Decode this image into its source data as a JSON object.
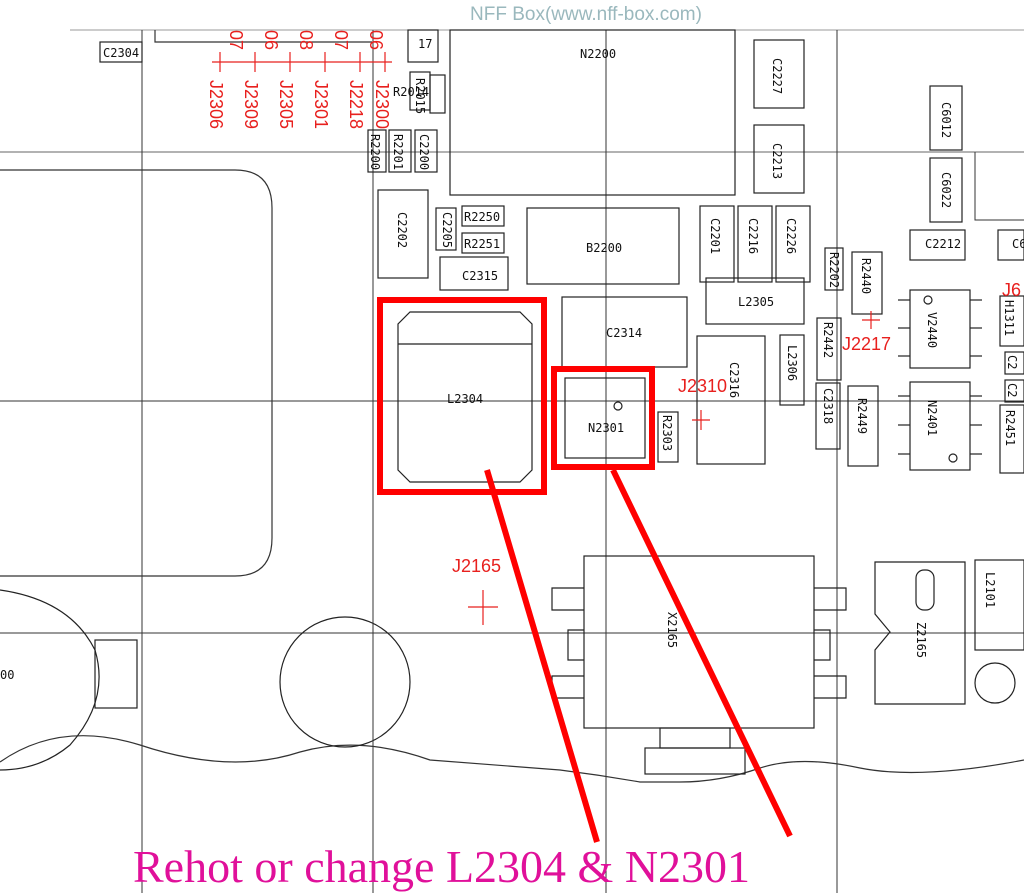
{
  "watermark": "NFF Box(www.nff-box.com)",
  "caption": {
    "prefix": "Rehot or change ",
    "parts": "L2304 & N2301"
  },
  "colors": {
    "highlight": "#ff0000",
    "caption_prefix": "#e0109a",
    "caption_parts": "#e0109a",
    "ref_label": "#e8201e",
    "line": "#222222",
    "watermark": "#9ab8bd"
  },
  "highlighted_parts": [
    "L2304",
    "N2301"
  ],
  "components": {
    "l2304": "L2304",
    "n2301": "N2301",
    "c2314": "C2314",
    "c2315": "C2315",
    "b2200": "B2200",
    "n2200": "N2200",
    "c2202": "C2202",
    "c2227": "C2227",
    "c2213": "C2213",
    "c6012": "C6012",
    "c6022": "C6022",
    "c2212": "C2212",
    "c2201": "C2201",
    "c2216": "C2216",
    "c2226": "C2226",
    "l2305": "L2305",
    "l2306": "L2306",
    "c2316": "C2316",
    "c2318": "C2318",
    "r2440": "R2440",
    "r2442": "R2442",
    "r2449": "R2449",
    "r2202": "R2202",
    "r2303": "R2303",
    "r2250": "R2250",
    "r2251": "R2251",
    "c2205": "C2205",
    "r2014": "R2014",
    "r2015": "R2015",
    "r2200": "R2200",
    "r2201": "R2201",
    "c2200": "C2200",
    "v2440": "V2440",
    "n2401": "N2401",
    "x2165": "X2165",
    "z2165": "Z2165",
    "l2101": "L2101",
    "c2304": "C2304",
    "c6_partial": "C6",
    "top17": "17",
    "h1_partial": "H1311",
    "c2_a": "C2",
    "c2_b": "C2",
    "r2451": "R2451",
    "left00": "00"
  },
  "test_points": {
    "j2306": "J2306",
    "j2309": "J2309",
    "j2305": "J2305",
    "j2301": "J2301",
    "j2218": "J2218",
    "j2300": "J2300",
    "j2310": "J2310",
    "j2217": "J2217",
    "j2165": "J2165",
    "j6_partial": "J6",
    "top_a": "07",
    "top_b": "06",
    "top_c": "08",
    "top_d": "07",
    "top_e": "06"
  }
}
